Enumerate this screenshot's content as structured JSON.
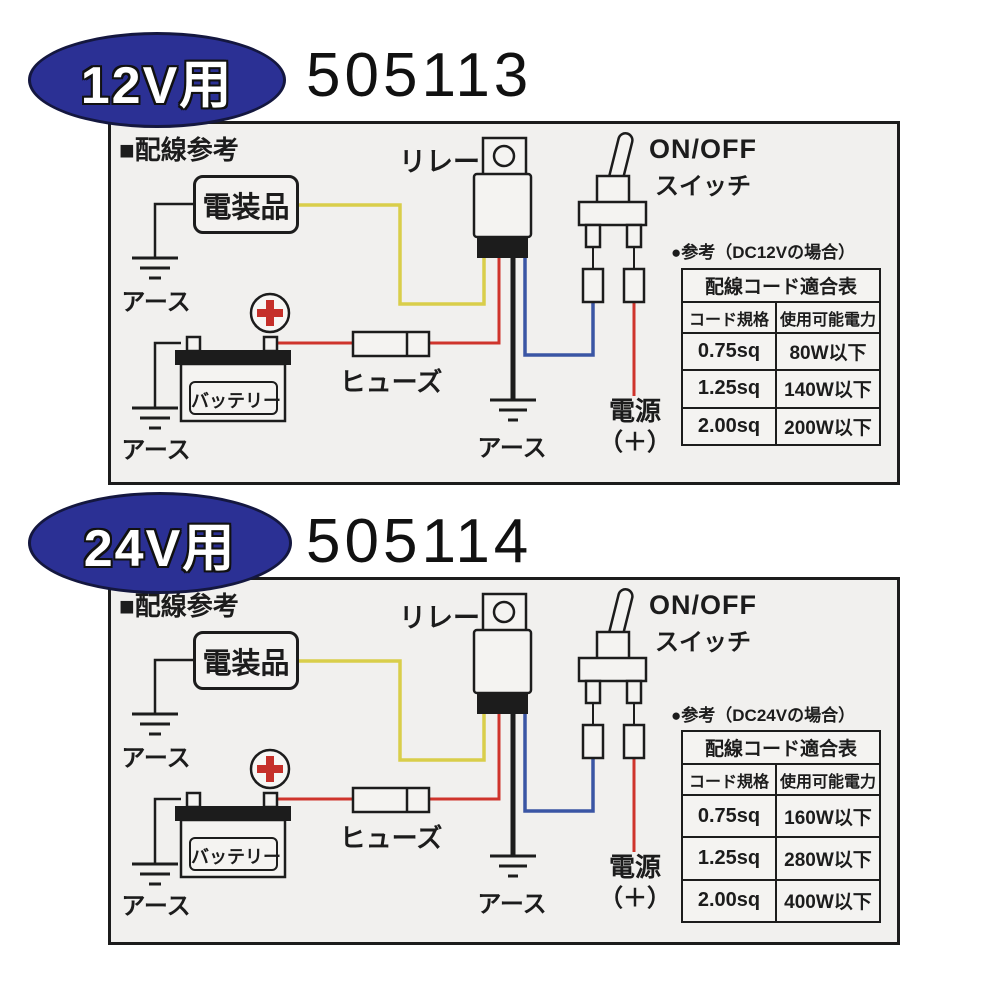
{
  "badges": [
    {
      "label": "12V用",
      "number": "505113"
    },
    {
      "label": "24V用",
      "number": "505114"
    }
  ],
  "diagram": {
    "section_title": "■配線参考",
    "labels": {
      "relay": "リレー",
      "onoff": "ON/OFF",
      "switch": "スイッチ",
      "equipment": "電装品",
      "ground": "アース",
      "battery": "バッテリー",
      "fuse": "ヒューズ",
      "power_line1": "電源",
      "power_line2": "（＋）"
    },
    "wire_colors": {
      "yellow": "#d9ce4a",
      "red": "#cf342c",
      "blue": "#3a55a4",
      "black": "#1c1c1c",
      "badge_blue": "#2b3094",
      "plus_red": "#c5302a"
    }
  },
  "tables": [
    {
      "note": "●参考（DC12Vの場合）",
      "title": "配線コード適合表",
      "headers": [
        "コード規格",
        "使用可能電力"
      ],
      "rows": [
        [
          "0.75sq",
          "80W以下"
        ],
        [
          "1.25sq",
          "140W以下"
        ],
        [
          "2.00sq",
          "200W以下"
        ]
      ]
    },
    {
      "note": "●参考（DC24Vの場合）",
      "title": "配線コード適合表",
      "headers": [
        "コード規格",
        "使用可能電力"
      ],
      "rows": [
        [
          "0.75sq",
          "160W以下"
        ],
        [
          "1.25sq",
          "280W以下"
        ],
        [
          "2.00sq",
          "400W以下"
        ]
      ]
    }
  ]
}
